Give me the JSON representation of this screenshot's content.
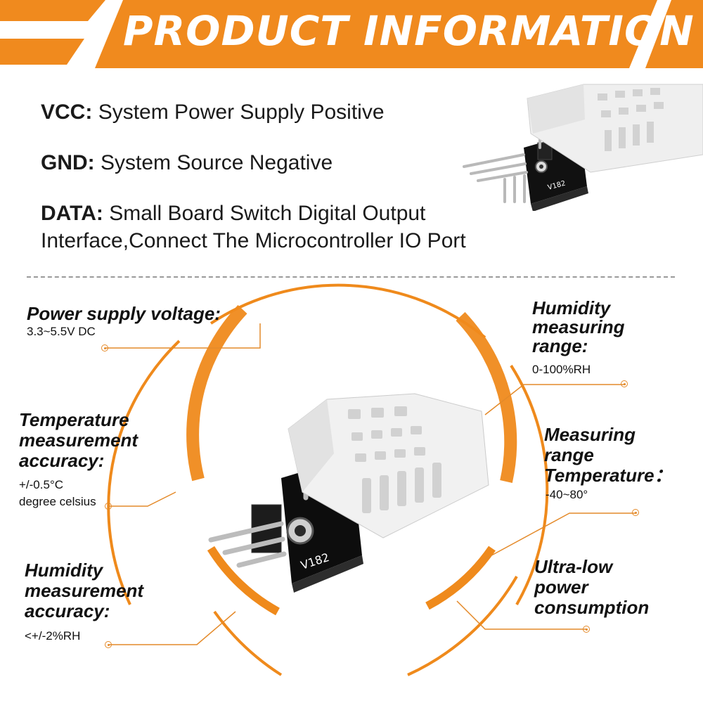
{
  "banner": {
    "title": "PRODUCT INFORMATION",
    "color": "#f08a1e"
  },
  "pins": [
    {
      "name": "VCC:",
      "desc": "System Power Supply Positive"
    },
    {
      "name": "GND:",
      "desc": "System Source Negative"
    },
    {
      "name": "DATA:",
      "desc": "Small Board Switch Digital Output",
      "desc2": "Interface,Connect The Microcontroller IO Port"
    }
  ],
  "module": {
    "board_label": "V182"
  },
  "features": {
    "power": {
      "title": "Power supply voltage:",
      "value": "3.3~5.5V DC"
    },
    "temp_acc": {
      "title1": "Temperature",
      "title2": "measurement",
      "title3": "accuracy:",
      "value1": "+/-0.5°C",
      "value2": "degree celsius"
    },
    "hum_acc": {
      "title1": "Humidity",
      "title2": "measurement",
      "title3": "accuracy:",
      "value": "<+/-2%RH"
    },
    "hum_range": {
      "title1": "Humidity",
      "title2": "measuring",
      "title3": "range:",
      "value": "0-100%RH"
    },
    "temp_range": {
      "title1": "Measuring",
      "title2": "range",
      "title3": "Temperature：",
      "value": "-40~80°"
    },
    "power_cons": {
      "title1": "Ultra-low",
      "title2": "power",
      "title3": "consumption"
    }
  },
  "colors": {
    "accent": "#f08a1e",
    "line": "#e48a2a",
    "separator": "#9a9a9a"
  }
}
